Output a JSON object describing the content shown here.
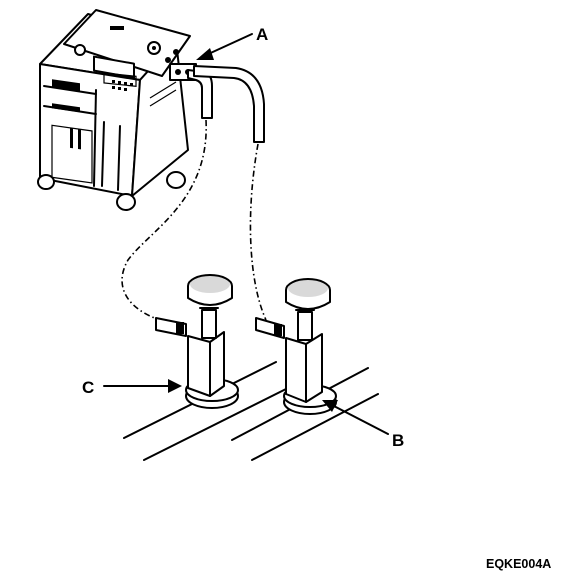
{
  "callouts": {
    "a": "A",
    "b": "B",
    "c": "C"
  },
  "figure_code": "EQKE004A"
}
